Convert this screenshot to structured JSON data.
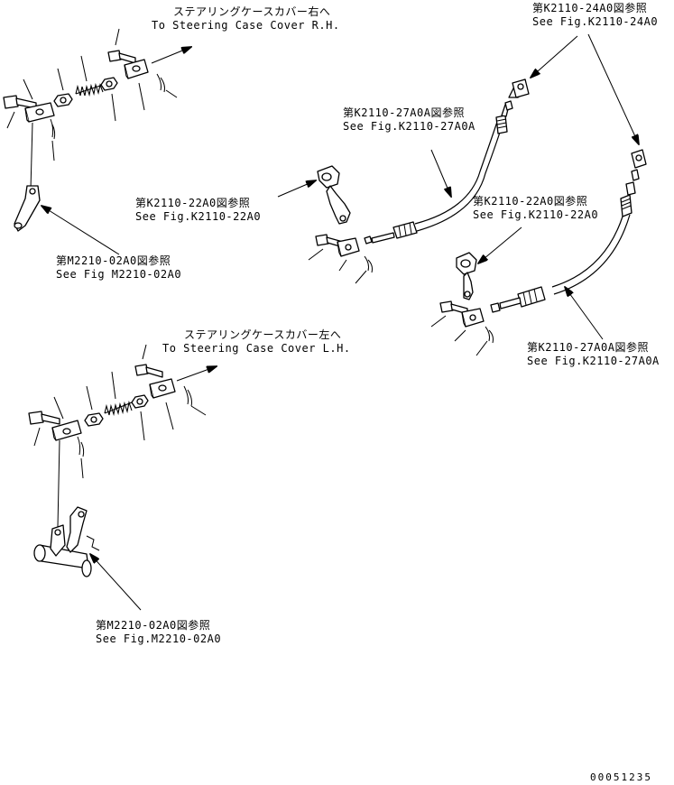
{
  "labels": {
    "steering_rh_jp": "ステアリングケースカバー右へ",
    "steering_rh_en": "To Steering Case Cover R.H.",
    "k2110_24a0_jp": "第K2110-24A0図参照",
    "k2110_24a0_en": "See Fig.K2110-24A0",
    "k2110_27a0a_top_jp": "第K2110-27A0A図参照",
    "k2110_27a0a_top_en": "See Fig.K2110-27A0A",
    "k2110_22a0_left_jp": "第K2110-22A0図参照",
    "k2110_22a0_left_en": "See Fig.K2110-22A0",
    "k2110_22a0_right_jp": "第K2110-22A0図参照",
    "k2110_22a0_right_en": "See Fig.K2110-22A0",
    "m2210_02a0_top_jp": "第M2210-02A0図参照",
    "m2210_02a0_top_en": "See Fig M2210-02A0",
    "k2110_27a0a_bottom_jp": "第K2110-27A0A図参照",
    "k2110_27a0a_bottom_en": "See Fig.K2110-27A0A",
    "steering_lh_jp": "ステアリングケースカバー左へ",
    "steering_lh_en": "To Steering Case Cover L.H.",
    "m2210_02a0_bottom_jp": "第M2210-02A0図参照",
    "m2210_02a0_bottom_en": "See Fig.M2210-02A0",
    "drawing_number": "00051235"
  }
}
